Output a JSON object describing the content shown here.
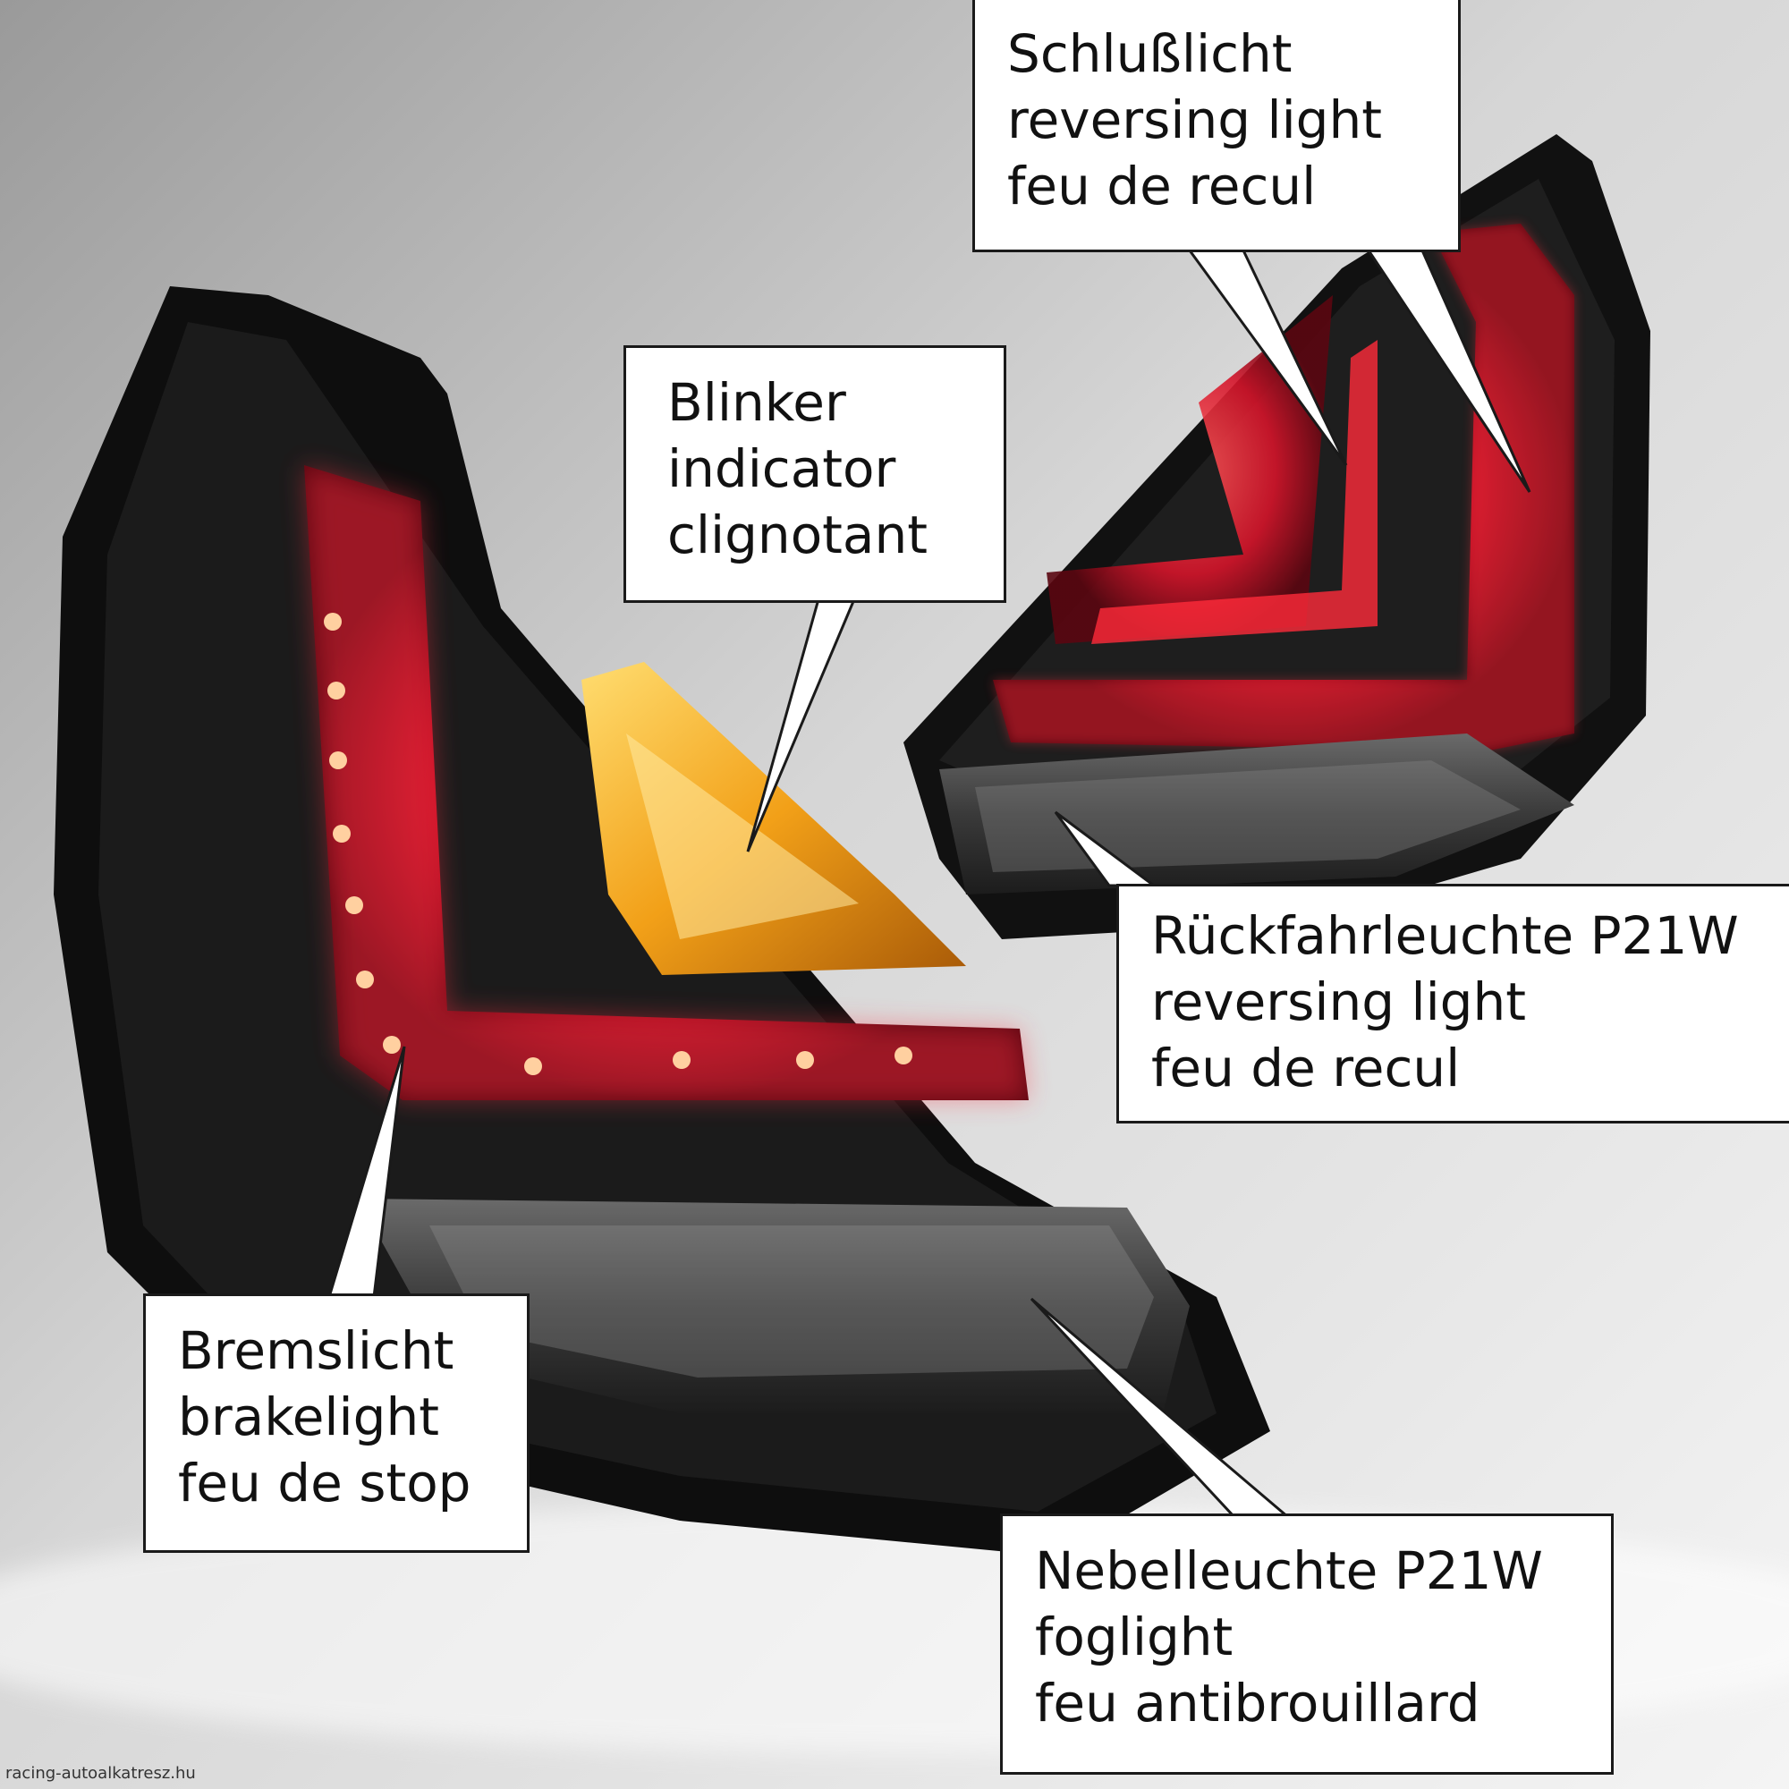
{
  "colors": {
    "background_light": "#f2f2f2",
    "background_dark": "#8e8e8e",
    "housing": "#141414",
    "red_light": "#e0102a",
    "amber_light": "#f0a020",
    "callout_fill": "#ffffff",
    "callout_border": "#1a1a1a"
  },
  "callouts": [
    {
      "id": "schlusslicht",
      "lines": [
        "Schlußlicht",
        "reversing light",
        "feu de recul"
      ]
    },
    {
      "id": "blinker",
      "lines": [
        "Blinker",
        "indicator",
        "clignotant"
      ]
    },
    {
      "id": "rueckfahr",
      "lines": [
        "Rückfahrleuchte P21W",
        "reversing light",
        "feu de recul"
      ]
    },
    {
      "id": "bremslicht",
      "lines": [
        "Bremslicht",
        "brakelight",
        "feu de stop"
      ]
    },
    {
      "id": "nebel",
      "lines": [
        "Nebelleuchte P21W",
        "foglight",
        "feu antibrouillard"
      ]
    }
  ],
  "watermark": "racing-autoalkatresz.hu"
}
